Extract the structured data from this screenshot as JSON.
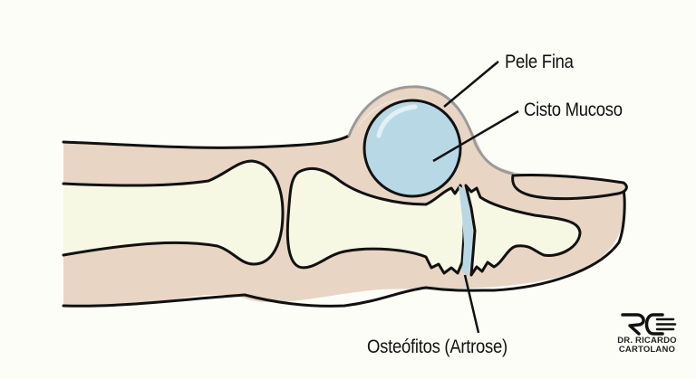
{
  "illustration": {
    "subject": "finger-dip-joint-mucous-cyst",
    "colors": {
      "background": "#fdfdf8",
      "skin": "#e8d5c4",
      "bone": "#f7f8e4",
      "cyst": "#b8d8e6",
      "cyst_highlight": "#e2f0f6",
      "thin_skin_outline": "#9a9a9a",
      "outline": "#111111"
    }
  },
  "labels": {
    "thin_skin": "Pele Fina",
    "mucous_cyst": "Cisto Mucoso",
    "osteophytes": "Osteófitos (Artrose)"
  },
  "logo": {
    "monogram": "RC",
    "line1": "DR. RICARDO",
    "line2": "CARTOLANO"
  }
}
